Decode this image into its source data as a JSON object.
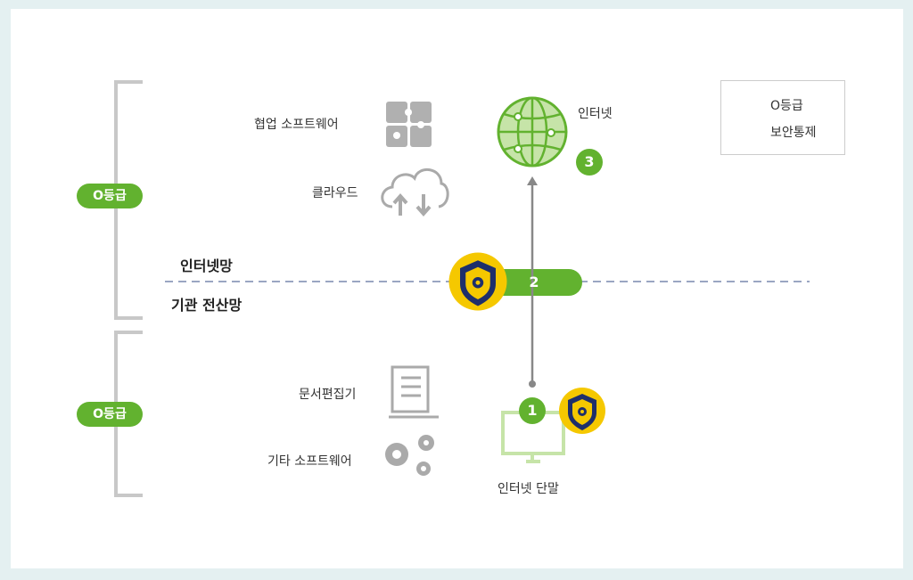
{
  "grade_label": "O등급",
  "upper_zone": {
    "grade": "O등급",
    "items": [
      {
        "label": "협업 소프트웨어",
        "icon": "puzzle-icon"
      },
      {
        "label": "클라우드",
        "icon": "cloud-icon"
      }
    ]
  },
  "lower_zone": {
    "grade": "O등급",
    "items": [
      {
        "label": "문서편집기",
        "icon": "document-icon"
      },
      {
        "label": "기타 소프트웨어",
        "icon": "gears-icon"
      }
    ]
  },
  "network": {
    "internet_net": "인터넷망",
    "agency_net": "기관 전산망"
  },
  "nodes": {
    "internet": "인터넷",
    "terminal": "인터넷 단말"
  },
  "steps": [
    "1",
    "2",
    "3"
  ],
  "legend": {
    "grade": "O등급",
    "security": "보안통제"
  },
  "colors": {
    "green": "#62b22f",
    "yellow": "#f5c800",
    "navy": "#1e2f6b",
    "gray": "#aaaaaa"
  }
}
